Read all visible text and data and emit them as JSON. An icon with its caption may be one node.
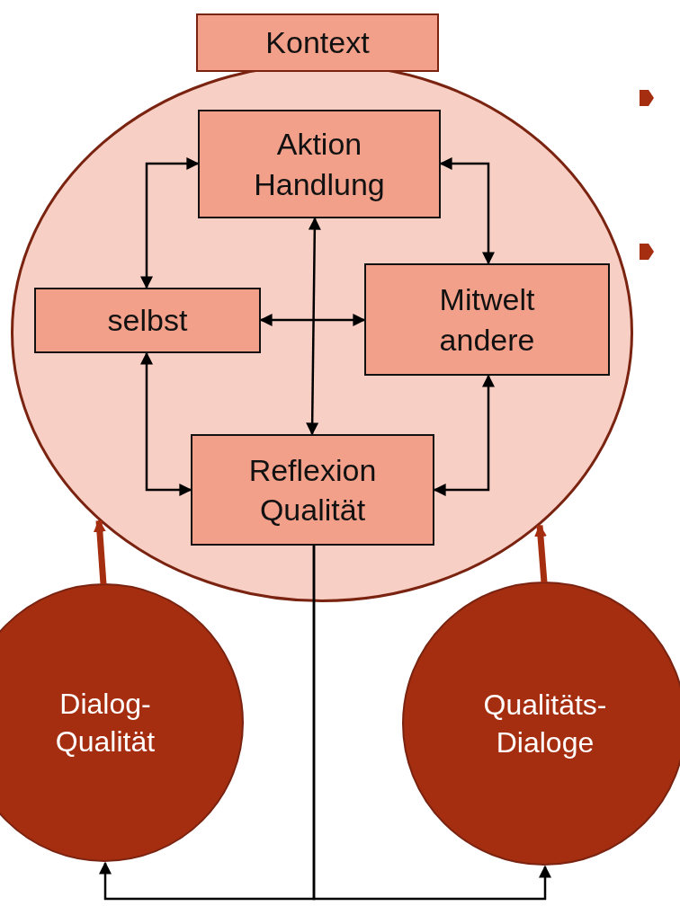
{
  "diagram": {
    "nodes": [
      {
        "text": [],
        "shape": "circle"
      },
      {
        "text": [
          "Kontext"
        ]
      },
      {
        "text": [
          "Aktion Handlung"
        ],
        "in": 0
      },
      {
        "text": [
          "selbst"
        ],
        "in": 0
      },
      {
        "text": [
          "Mitwelt andere"
        ],
        "in": 0
      },
      {
        "text": [
          "Reflexion Qualität"
        ],
        "in": 0
      },
      {
        "text": [
          "Dialog-Qualität"
        ]
      },
      {
        "text": [
          "Qualitäts-Dialoge"
        ]
      }
    ],
    "edges": [
      {
        "from": 3,
        "to": 2,
        "arrow": "both"
      },
      {
        "from": 2,
        "to": 4,
        "arrow": "both"
      },
      {
        "from": 3,
        "to": 4,
        "arrow": "both"
      },
      {
        "from": 2,
        "to": 5,
        "arrow": "both"
      },
      {
        "from": 3,
        "to": 5,
        "arrow": "both"
      },
      {
        "from": 4,
        "to": 5,
        "arrow": "both"
      },
      {
        "from": 6,
        "to": 0,
        "arrow": "to",
        "style": "thick",
        "color": "#a52e10"
      },
      {
        "from": 7,
        "to": 0,
        "arrow": "to",
        "style": "thick",
        "color": "#a52e10"
      },
      {
        "from": 5,
        "to": 6,
        "arrow": "to"
      },
      {
        "from": 5,
        "to": 7,
        "arrow": "to"
      }
    ]
  }
}
